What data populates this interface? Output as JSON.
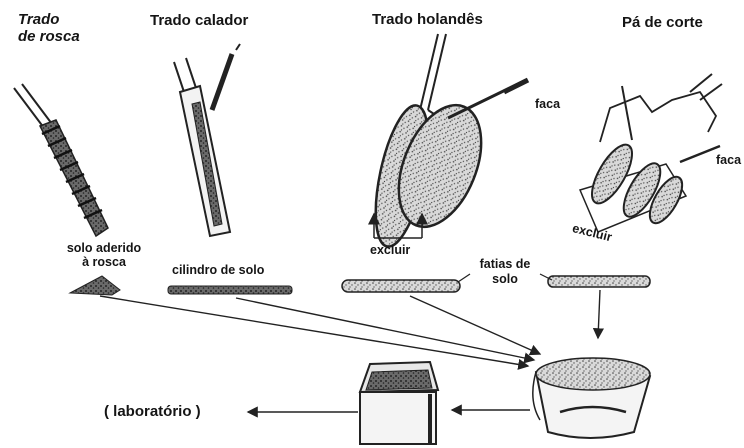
{
  "labels": {
    "trado_rosca_1": "Trado",
    "trado_rosca_2": "de rosca",
    "trado_calador": "Trado calador",
    "trado_holandes": "Trado holandês",
    "pa_de_corte": "Pá de corte",
    "faca_1": "faca",
    "faca_2": "faca",
    "excluir_1": "excluir",
    "excluir_2": "excluir",
    "solo_aderido_1": "solo aderido",
    "solo_aderido_2": "à rosca",
    "cilindro": "cilindro de solo",
    "fatias_1": "fatias de",
    "fatias_2": "solo",
    "laboratorio": "( laboratório )"
  }
}
